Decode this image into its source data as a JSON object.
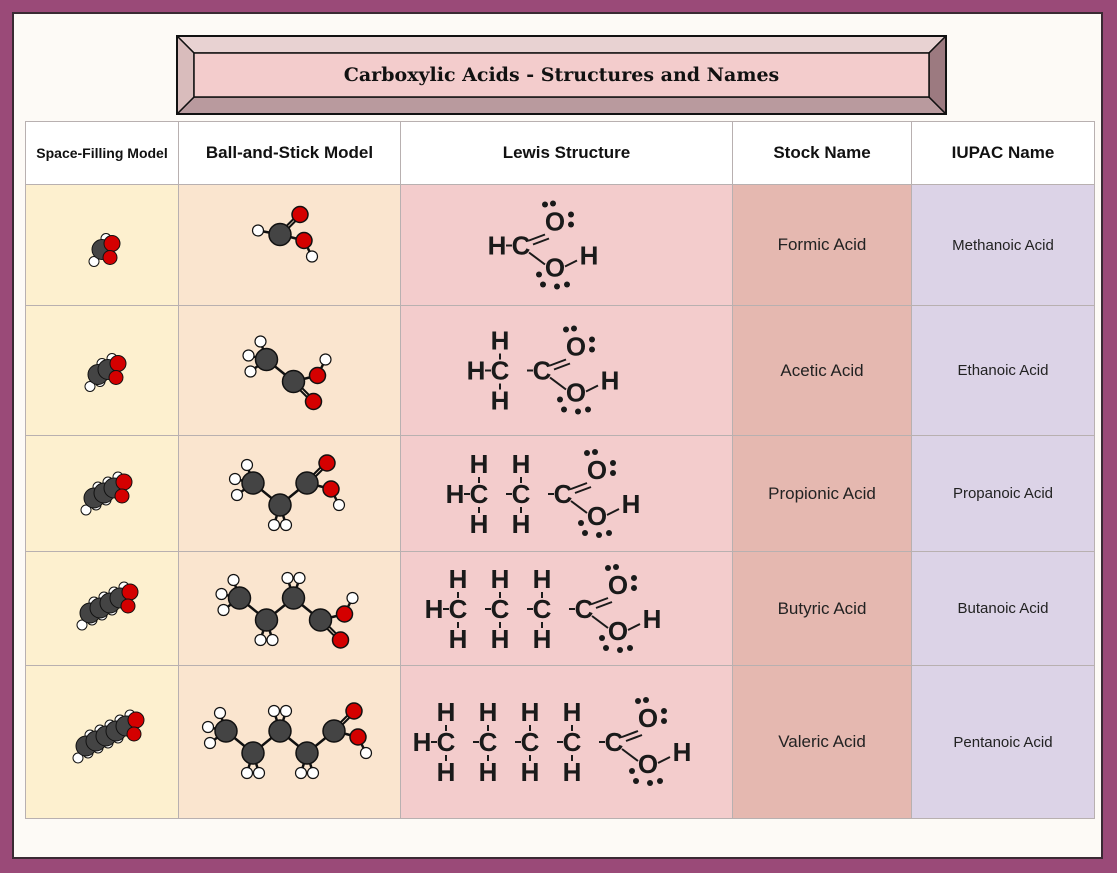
{
  "title": "Carboxylic Acids - Structures and Names",
  "headers": {
    "space_filling": "Space-Filling Model",
    "ball_stick": "Ball-and-Stick Model",
    "lewis": "Lewis Structure",
    "stock": "Stock Name",
    "iupac": "IUPAC Name"
  },
  "acids": [
    {
      "stock": "Formic Acid",
      "iupac": "Methanoic Acid",
      "carbons": 1
    },
    {
      "stock": "Acetic Acid",
      "iupac": "Ethanoic Acid",
      "carbons": 2
    },
    {
      "stock": "Propionic Acid",
      "iupac": "Propanoic Acid",
      "carbons": 3
    },
    {
      "stock": "Butyric Acid",
      "iupac": "Butanoic Acid",
      "carbons": 4
    },
    {
      "stock": "Valeric Acid",
      "iupac": "Pentanoic Acid",
      "carbons": 5
    }
  ],
  "atoms": {
    "C": "C",
    "H": "H",
    "O": "O"
  },
  "colors": {
    "frame": "#9a4a78",
    "carbon": "#444444",
    "oxygen": "#d40000",
    "hydrogen": "#ffffff",
    "banner_face": "#f3cccc",
    "banner_bevel": "#c9a3a3"
  }
}
